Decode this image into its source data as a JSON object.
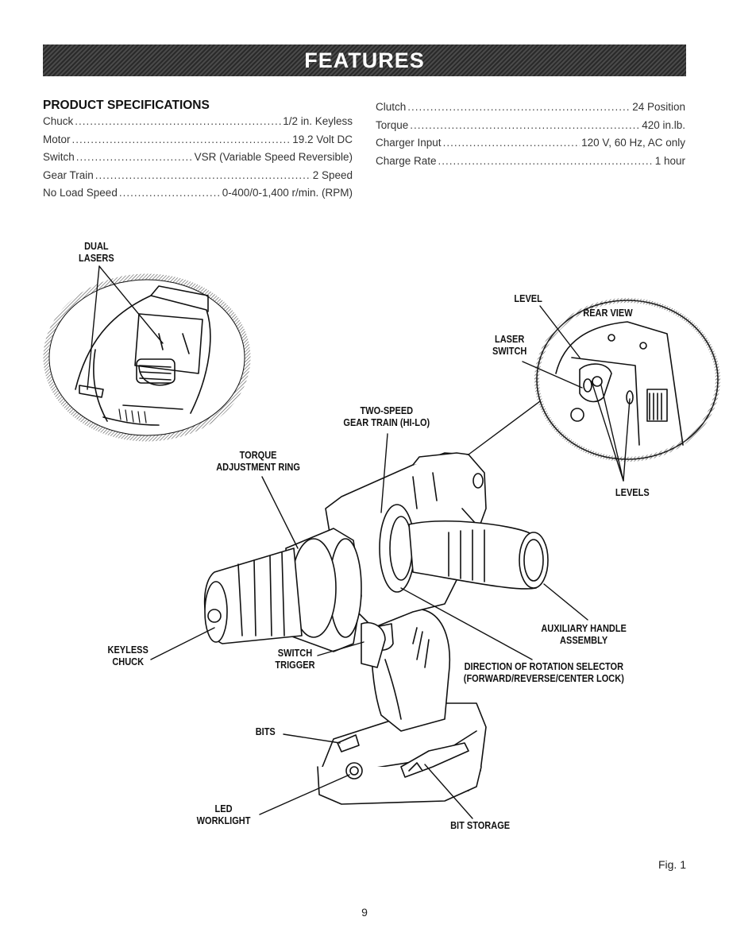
{
  "banner": {
    "title": "FEATURES"
  },
  "specs": {
    "title": "PRODUCT SPECIFICATIONS",
    "left": [
      {
        "label": "Chuck",
        "value": "1/2 in. Keyless"
      },
      {
        "label": "Motor",
        "value": "19.2 Volt DC"
      },
      {
        "label": "Switch",
        "value": "VSR (Variable Speed Reversible)"
      },
      {
        "label": "Gear Train",
        "value": "2 Speed"
      },
      {
        "label": "No Load Speed",
        "value": "0-400/0-1,400 r/min. (RPM)"
      }
    ],
    "right": [
      {
        "label": "Clutch",
        "value": "24 Position"
      },
      {
        "label": "Torque",
        "value": "420 in.lb."
      },
      {
        "label": "Charger Input",
        "value": "120 V, 60 Hz, AC only"
      },
      {
        "label": "Charge Rate",
        "value": "1 hour"
      }
    ]
  },
  "callouts": {
    "dual_lasers": [
      "DUAL",
      "LASERS"
    ],
    "level": "LEVEL",
    "rear_view": "REAR VIEW",
    "laser_switch": [
      "LASER",
      "SWITCH"
    ],
    "two_speed": [
      "TWO-SPEED",
      "GEAR TRAIN (HI-LO)"
    ],
    "torque_ring": [
      "TORQUE",
      "ADJUSTMENT RING"
    ],
    "levels": "LEVELS",
    "aux_handle": [
      "AUXILIARY HANDLE",
      "ASSEMBLY"
    ],
    "keyless_chuck": [
      "KEYLESS",
      "CHUCK"
    ],
    "switch_trigger": [
      "SWITCH",
      "TRIGGER"
    ],
    "direction_selector": [
      "DIRECTION OF ROTATION SELECTOR",
      "(FORWARD/REVERSE/CENTER LOCK)"
    ],
    "bits": "BITS",
    "led_worklight": [
      "LED",
      "WORKLIGHT"
    ],
    "bit_storage": "BIT STORAGE"
  },
  "figure_label": "Fig. 1",
  "page_number": "9"
}
